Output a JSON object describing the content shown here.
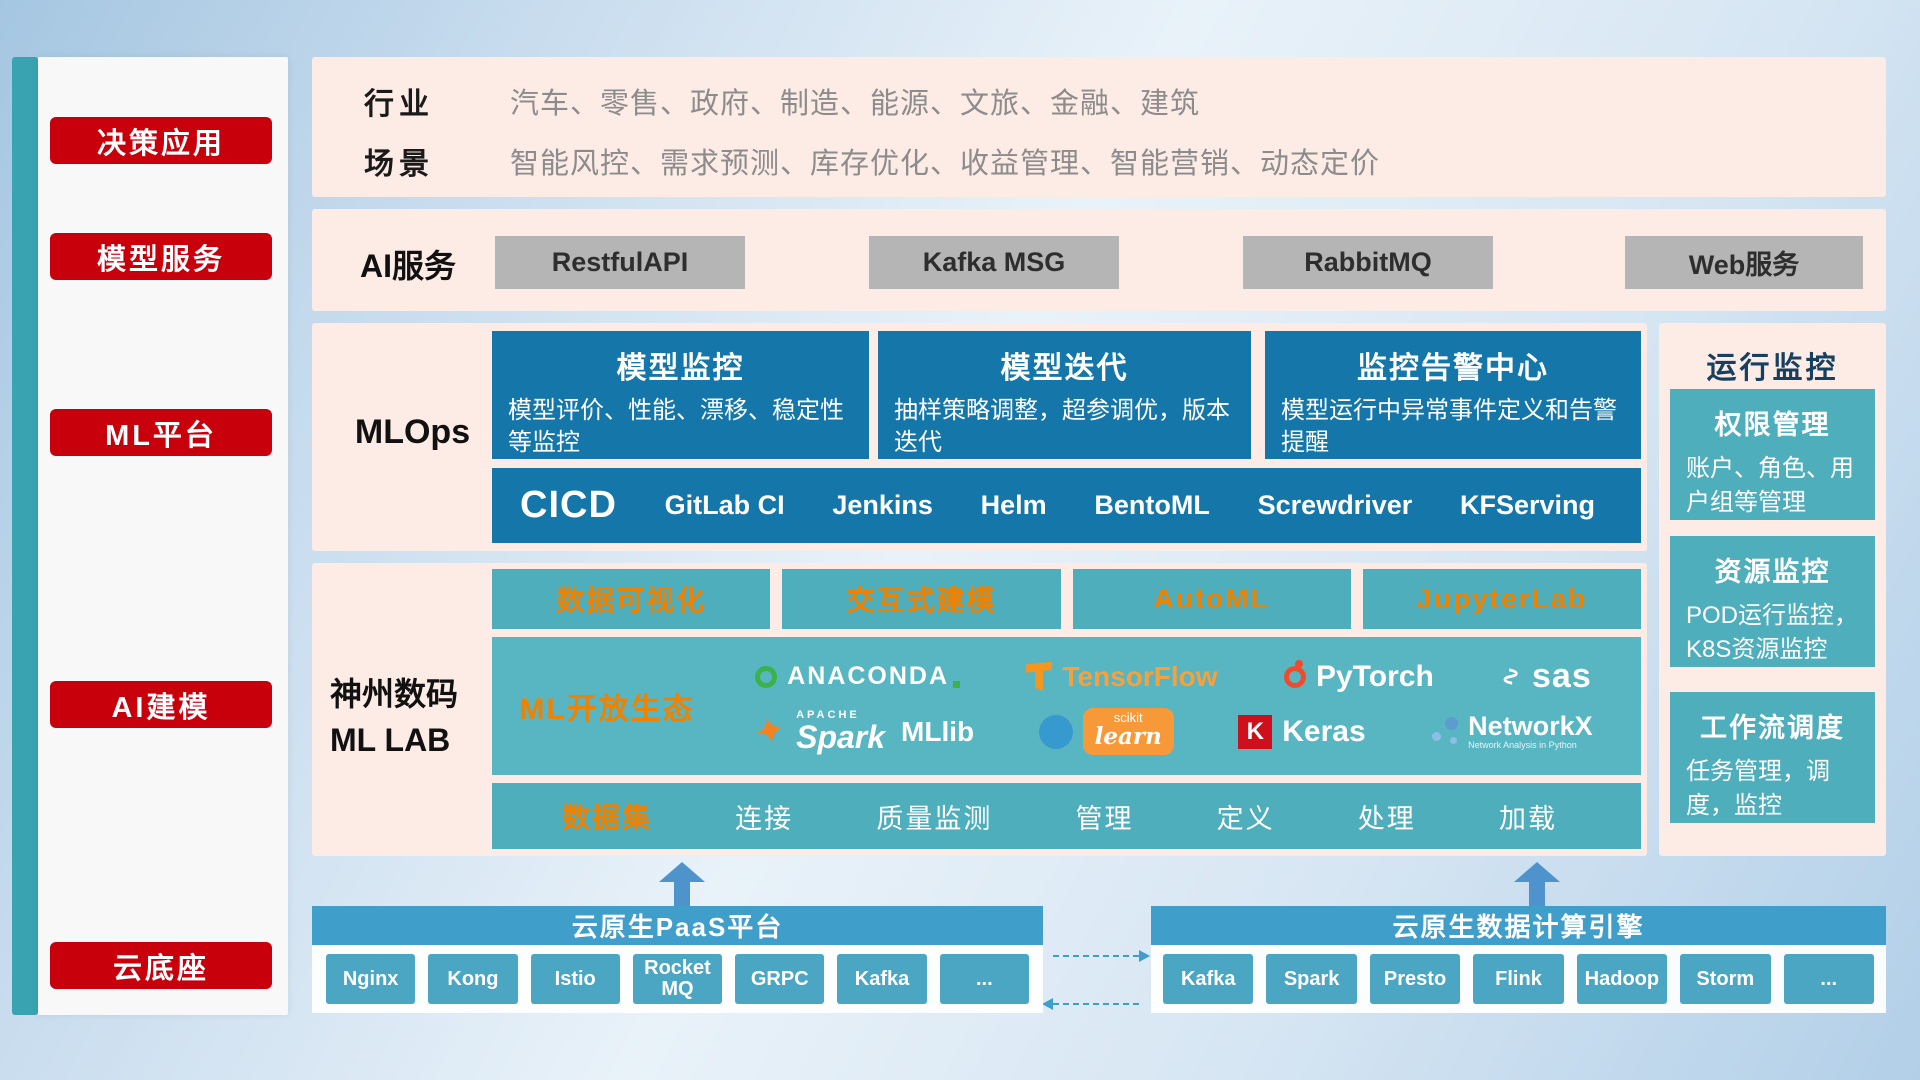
{
  "colors": {
    "red": "#C7000B",
    "deep_blue": "#1577A9",
    "teal": "#4FAEBC",
    "panel_pink": "#FDEBE6",
    "orange": "#EF8200",
    "bottom_blue": "#3F9FCA"
  },
  "icons": {
    "spark_star": "✦",
    "sas_wave": "∿"
  },
  "sidebar": {
    "items": [
      {
        "label": "决策应用"
      },
      {
        "label": "模型服务"
      },
      {
        "label": "ML平台"
      },
      {
        "label": "AI建模"
      },
      {
        "label": "云底座"
      }
    ]
  },
  "industry": {
    "label1": "行业",
    "text1": "汽车、零售、政府、制造、能源、文旅、金融、建筑",
    "label2": "场景",
    "text2": "智能风控、需求预测、库存优化、收益管理、智能营销、动态定价"
  },
  "ai_service": {
    "label": "AI服务",
    "buttons": [
      "RestfulAPI",
      "Kafka MSG",
      "RabbitMQ",
      "Web服务"
    ]
  },
  "mlops": {
    "label": "MLOps",
    "cards": [
      {
        "title": "模型监控",
        "desc": "模型评价、性能、漂移、稳定性等监控"
      },
      {
        "title": "模型迭代",
        "desc": "抽样策略调整，超参调优，版本迭代"
      },
      {
        "title": "监控告警中心",
        "desc": "模型运行中异常事件定义和告警提醒"
      }
    ],
    "cicd": "CICD",
    "tools": [
      "GitLab CI",
      "Jenkins",
      "Helm",
      "BentoML",
      "Screwdriver",
      "KFServing"
    ]
  },
  "mllab": {
    "label_line1": "神州数码",
    "label_line2": "ML LAB",
    "top_buttons": [
      "数据可视化",
      "交互式建模",
      "AutoML",
      "JupyterLab"
    ],
    "ecosystem_label": "ML开放生态",
    "logos": {
      "anaconda": "ANACONDA",
      "tensorflow": "TensorFlow",
      "pytorch": "PyTorch",
      "sas": "sas",
      "spark_pre": "APACHE",
      "spark": "Spark",
      "mllib": "MLlib",
      "scikit_top": "scikit",
      "scikit": "learn",
      "keras_badge": "K",
      "keras": "Keras",
      "networkx": "NetworkX",
      "networkx_sub": "Network Analysis in Python"
    },
    "data_label": "数据集",
    "data_items": [
      "连接",
      "质量监测",
      "管理",
      "定义",
      "处理",
      "加载"
    ]
  },
  "monitor": {
    "title": "运行监控",
    "cards": [
      {
        "title": "权限管理",
        "desc": "账户、角色、用户组等管理"
      },
      {
        "title": "资源监控",
        "desc": "POD运行监控，K8S资源监控"
      },
      {
        "title": "工作流调度",
        "desc": "任务管理，调度，监控"
      }
    ]
  },
  "bottom": {
    "paas_title": "云原生PaaS平台",
    "paas_items": [
      "Nginx",
      "Kong",
      "Istio",
      "RocketMQ",
      "GRPC",
      "Kafka",
      "..."
    ],
    "engine_title": "云原生数据计算引擎",
    "engine_items": [
      "Kafka",
      "Spark",
      "Presto",
      "Flink",
      "Hadoop",
      "Storm",
      "..."
    ]
  }
}
